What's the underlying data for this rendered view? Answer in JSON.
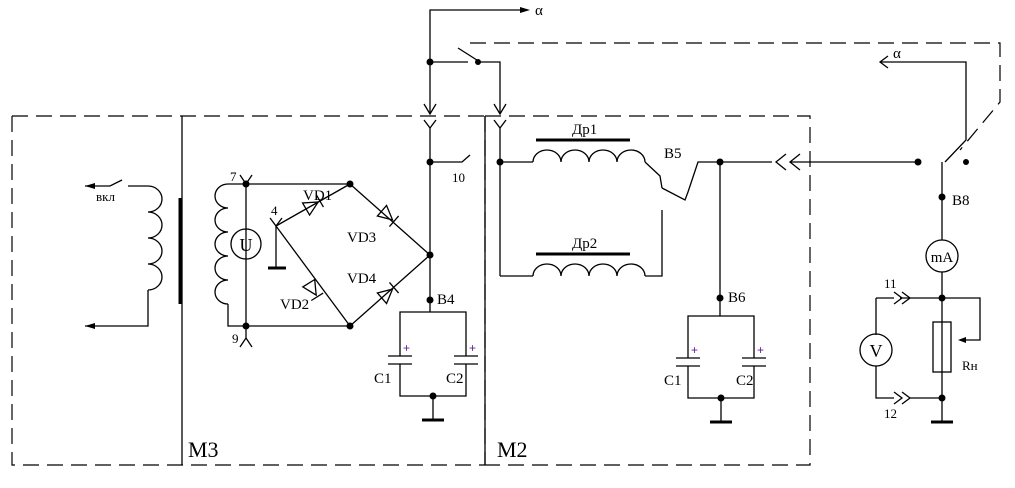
{
  "modules": {
    "m3": "M3",
    "m2": "M2"
  },
  "switch_label": "вкл",
  "meter_u": "U",
  "meter_ma": "mA",
  "meter_v": "V",
  "diodes": {
    "vd1": "VD1",
    "vd2": "VD2",
    "vd3": "VD3",
    "vd4": "VD4"
  },
  "chokes": {
    "dr1": "Др1",
    "dr2": "Др2"
  },
  "caps": {
    "left_c1": "C1",
    "left_c2": "C2",
    "right_c1": "C1",
    "right_c2": "C2"
  },
  "sockets": {
    "s4": "4",
    "s7": "7",
    "s9": "9",
    "s10": "10",
    "s11": "11",
    "s12": "12"
  },
  "nodes": {
    "b4": "B4",
    "b5": "B5",
    "b6": "B6",
    "b8": "B8"
  },
  "load": "Rн",
  "alpha_top": "α",
  "alpha_right": "α",
  "plus_sign": "+"
}
